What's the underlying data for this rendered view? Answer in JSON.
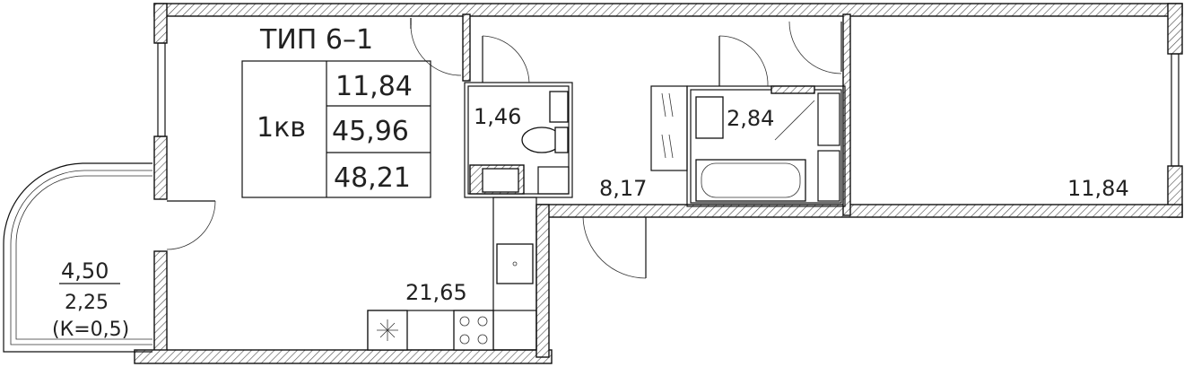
{
  "plan": {
    "type_label": "ТИП 6–1",
    "apartment_label": "1кв",
    "summary_areas": [
      "11,84",
      "45,96",
      "48,21"
    ]
  },
  "rooms": {
    "bathroom_small": "1,46",
    "corridor": "8,17",
    "bathroom": "2,84",
    "bedroom": "11,84",
    "kitchen_living": "21,65"
  },
  "balcony": {
    "area": "4,50",
    "reduced_area": "2,25",
    "coefficient": "(К=0,5)"
  },
  "colors": {
    "line": "#111111",
    "text": "#222222",
    "background": "#ffffff"
  }
}
